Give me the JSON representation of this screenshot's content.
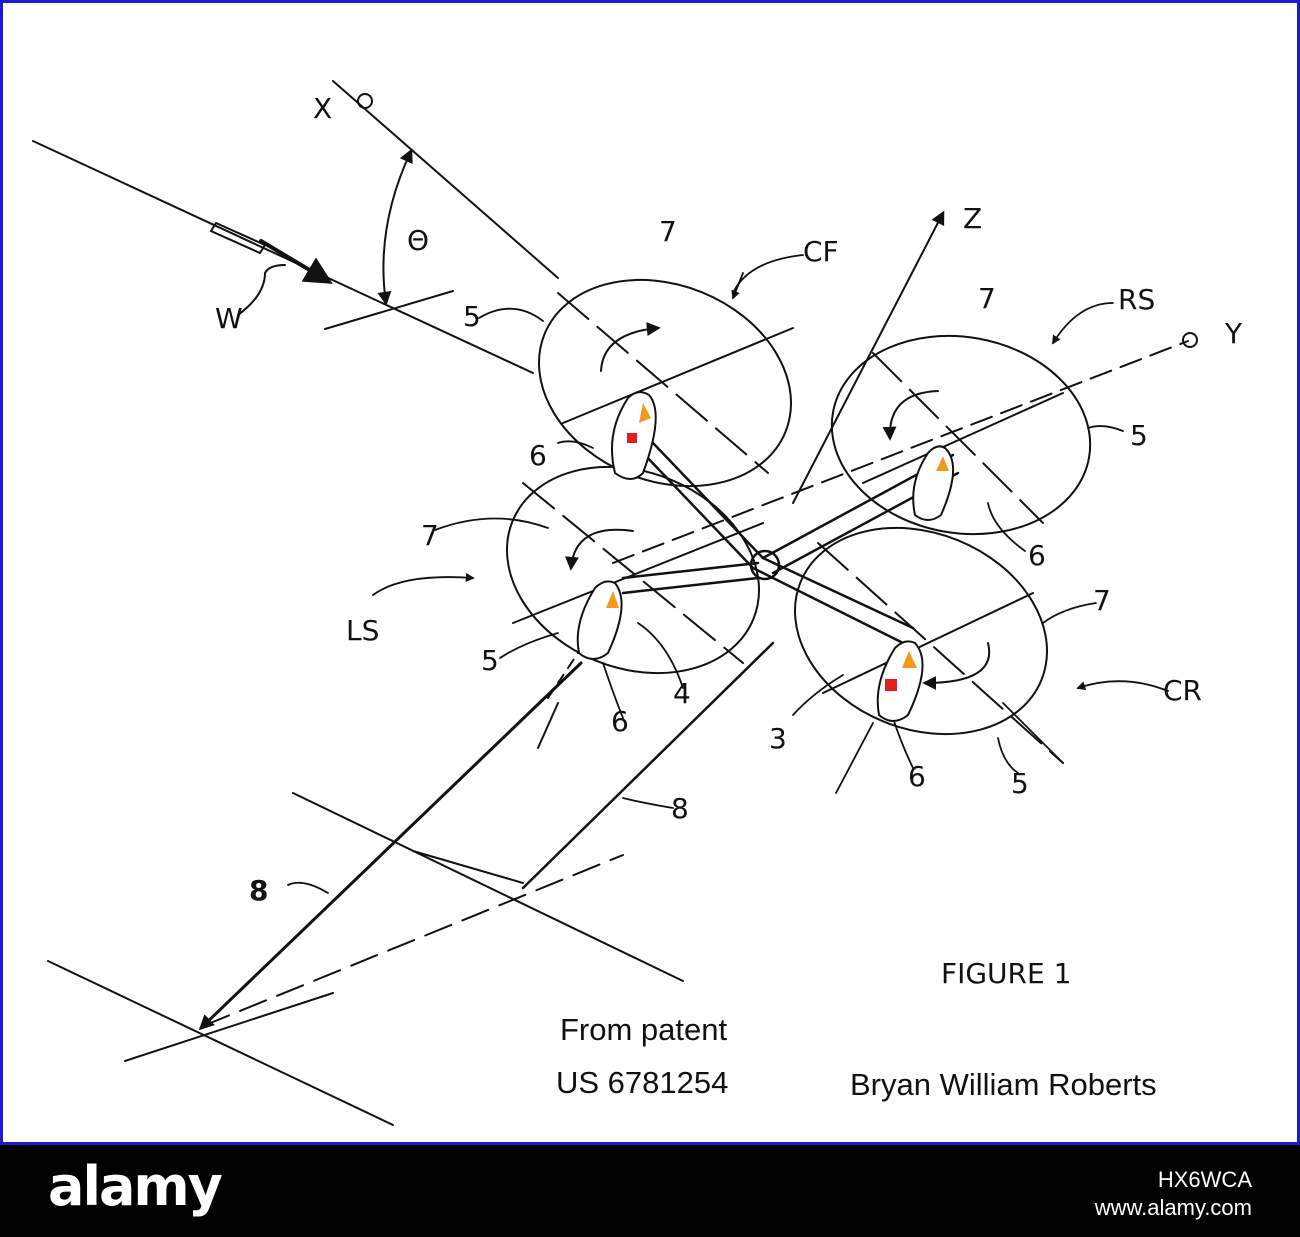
{
  "labels": {
    "axis_x": "X",
    "axis_y": "Y",
    "axis_z": "Z",
    "angle": "Θ",
    "wind": "W",
    "cf": "CF",
    "rs": "RS",
    "ls": "LS",
    "cr": "CR",
    "n3": "3",
    "n4": "4",
    "n5": "5",
    "n6": "6",
    "n7": "7",
    "n8": "8",
    "figure": "FIGURE 1"
  },
  "caption": {
    "source_line1": "From  patent",
    "source_line2": "US 6781254",
    "author": "Bryan William Roberts"
  },
  "watermark": {
    "brand": "alamy",
    "image_id": "HX6WCA",
    "url": "www.alamy.com"
  },
  "colors": {
    "frame": "#1a1ad0",
    "flame": "#f39a1c",
    "marking": "#e02020"
  }
}
